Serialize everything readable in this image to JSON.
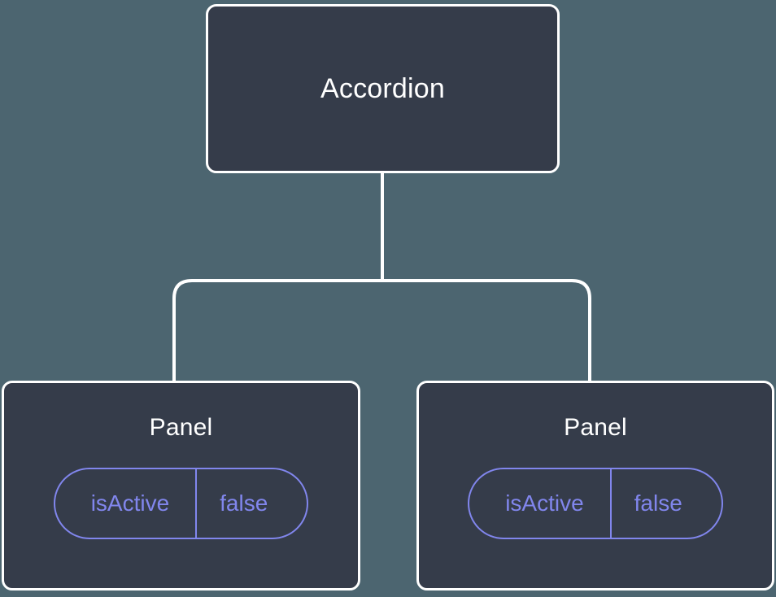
{
  "diagram": {
    "type": "component-tree",
    "background_color": "#4c6570",
    "node_fill_color": "#353c4a",
    "node_border_color": "#ffffff",
    "edge_color": "#ffffff",
    "accent_color": "#8186ed",
    "title_text_color": "#ffffff"
  },
  "root": {
    "label": "Accordion"
  },
  "children": [
    {
      "label": "Panel",
      "state": {
        "key": "isActive",
        "value": "false"
      }
    },
    {
      "label": "Panel",
      "state": {
        "key": "isActive",
        "value": "false"
      }
    }
  ],
  "edges": {
    "trunk_name": "accordion-to-branch-trunk",
    "branch_name": "branch-bar",
    "drop_left_name": "branch-to-panel-left",
    "drop_right_name": "branch-to-panel-right"
  }
}
